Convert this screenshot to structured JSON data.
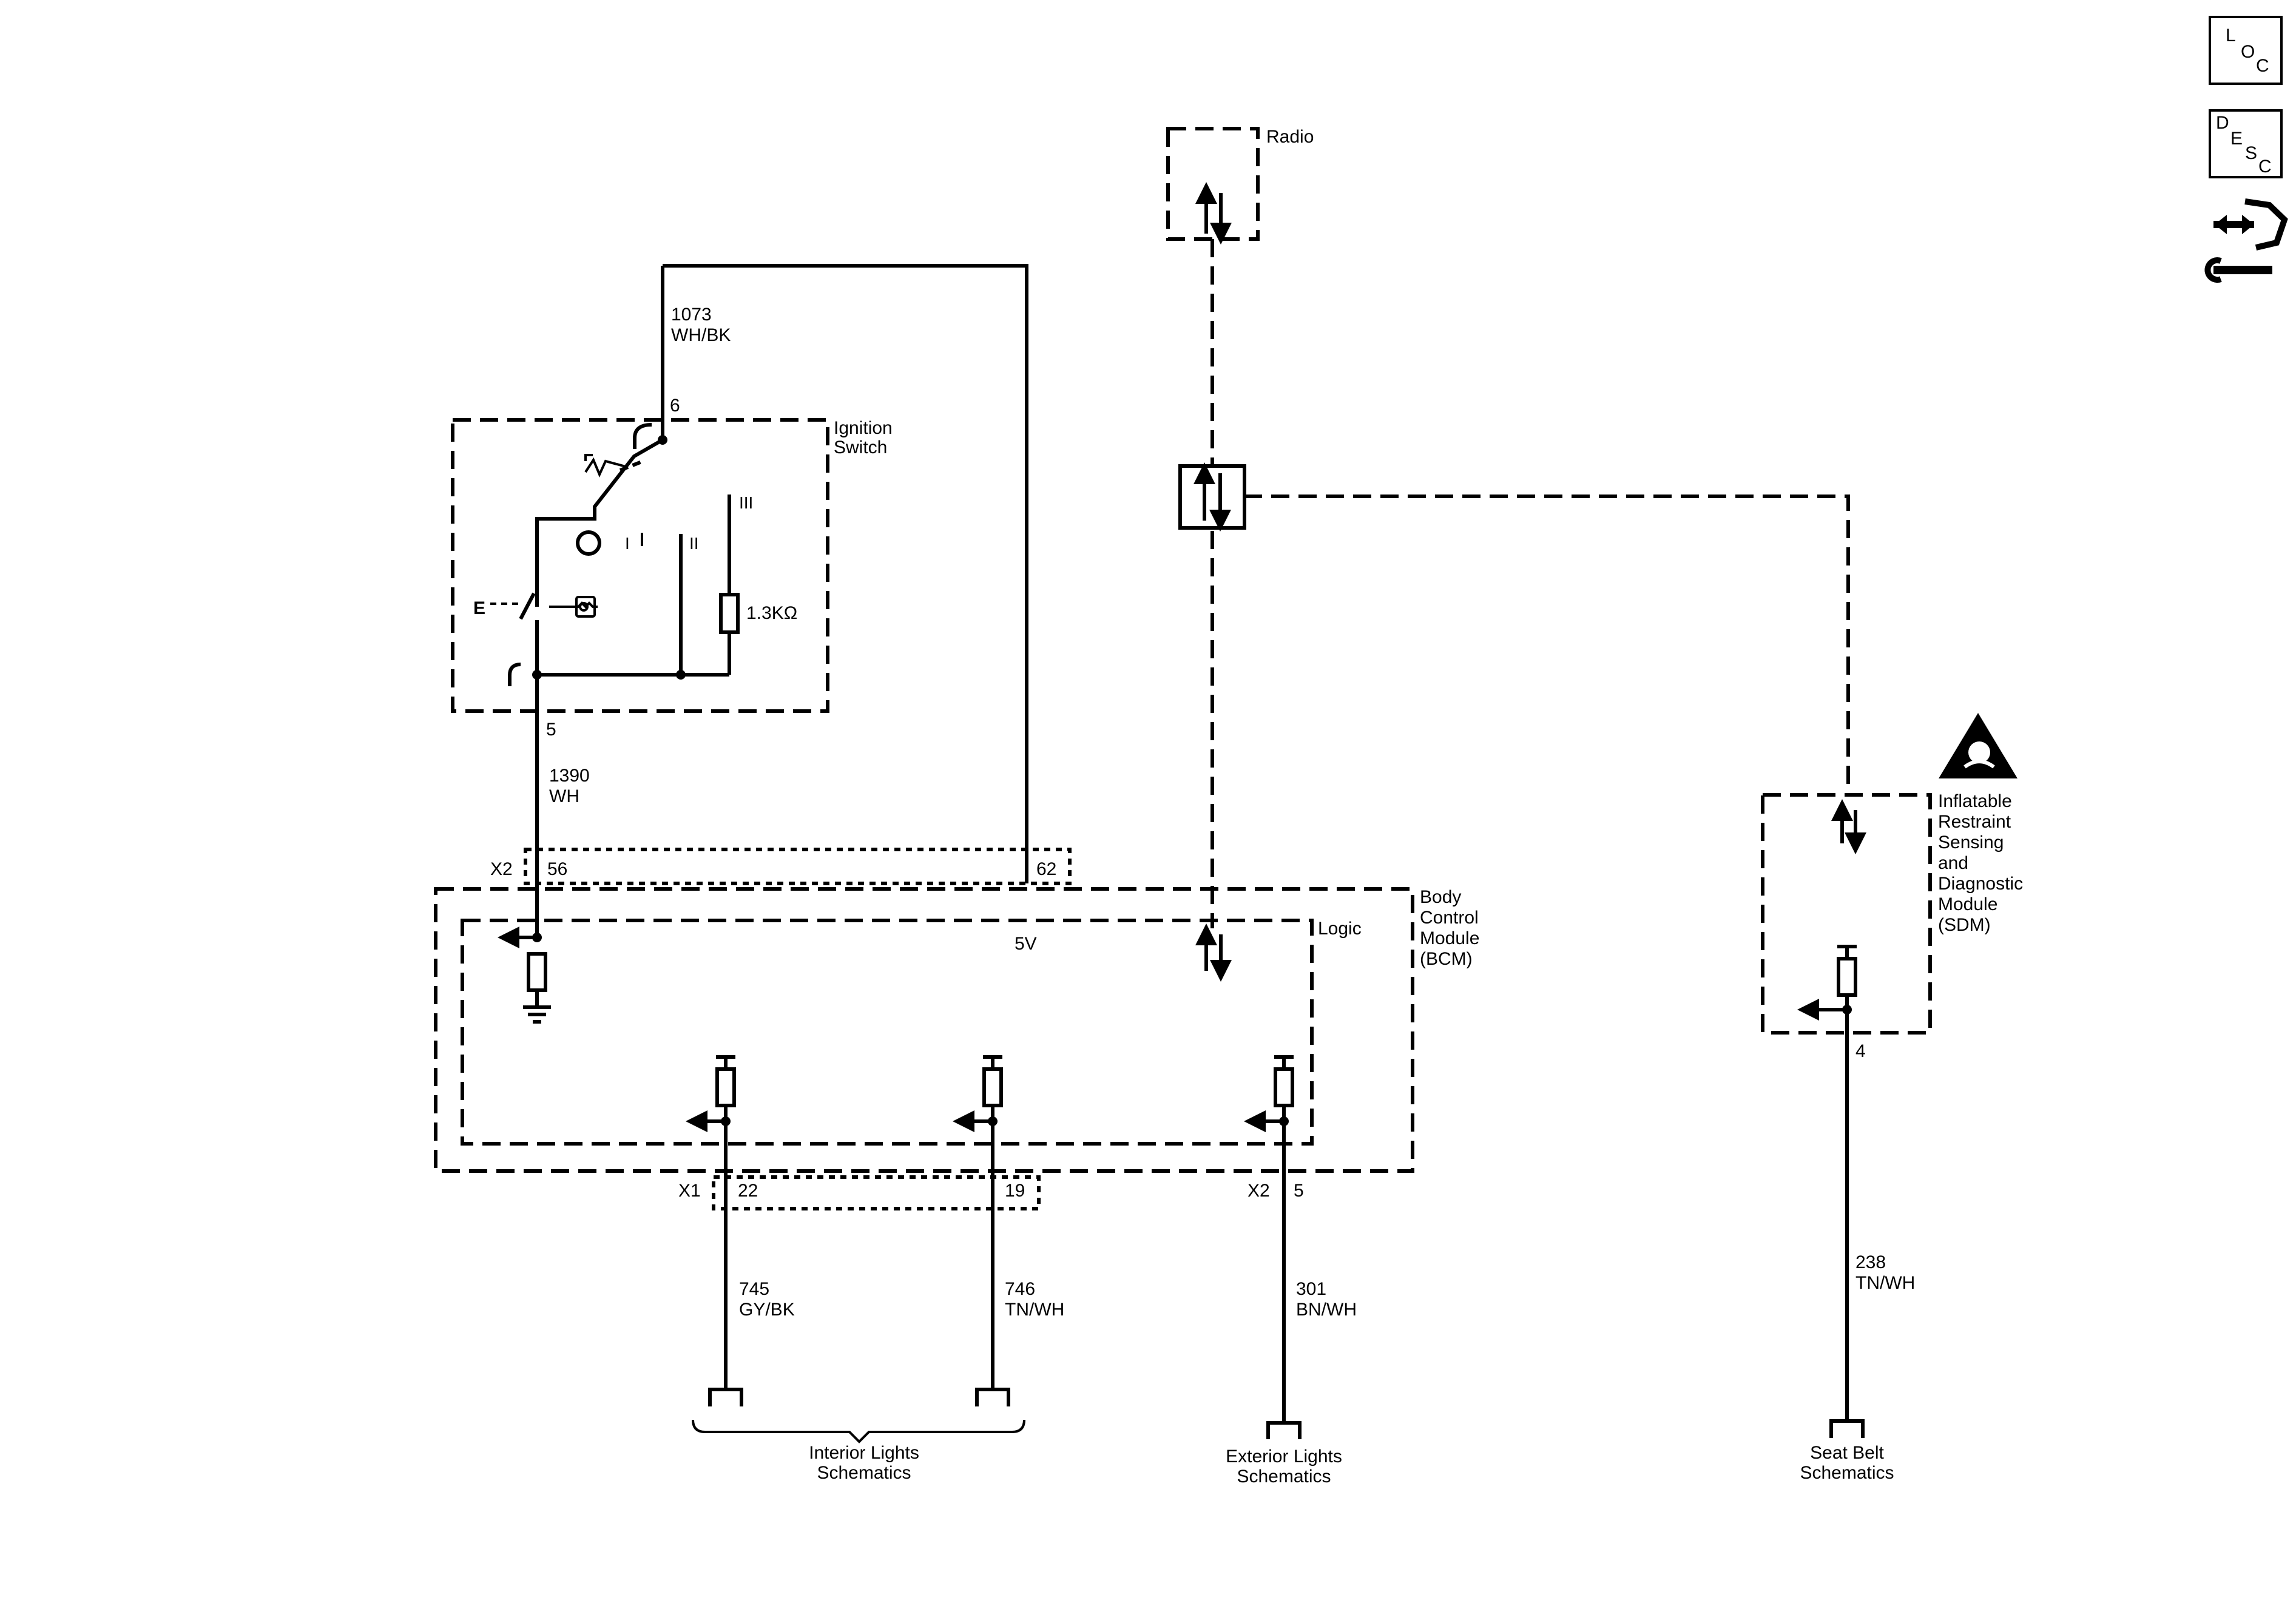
{
  "corner": {
    "loc": [
      "L",
      "O",
      "C"
    ],
    "desc": [
      "D",
      "E",
      "S",
      "C"
    ]
  },
  "radio": {
    "label": "Radio"
  },
  "ignition": {
    "label": [
      "Ignition",
      "Switch"
    ],
    "pos_1": "I",
    "pos_2": "II",
    "pos_3": "III",
    "resistor": "1.3KΩ",
    "pin_top": "6",
    "pin_bottom": "5",
    "e_mark": "E"
  },
  "wires": {
    "w1073": {
      "circuit": "1073",
      "color": "WH/BK"
    },
    "w1390": {
      "circuit": "1390",
      "color": "WH"
    },
    "w745": {
      "circuit": "745",
      "color": "GY/BK"
    },
    "w746": {
      "circuit": "746",
      "color": "TN/WH"
    },
    "w301": {
      "circuit": "301",
      "color": "BN/WH"
    },
    "w238": {
      "circuit": "238",
      "color": "TN/WH"
    }
  },
  "bcm": {
    "label": [
      "Body",
      "Control",
      "Module",
      "(BCM)"
    ],
    "logic": "Logic",
    "v5": "5V",
    "x2_top": {
      "connector": "X2",
      "pin_a": "56",
      "pin_b": "62"
    },
    "x1": {
      "connector": "X1",
      "pin_a": "22",
      "pin_b": "19"
    },
    "x2_bottom": {
      "connector": "X2",
      "pin": "5"
    }
  },
  "sdm": {
    "label": [
      "Inflatable",
      "Restraint",
      "Sensing",
      "and",
      "Diagnostic",
      "Module",
      "(SDM)"
    ],
    "pin": "4"
  },
  "destinations": {
    "interior": [
      "Interior Lights",
      "Schematics"
    ],
    "exterior": [
      "Exterior Lights",
      "Schematics"
    ],
    "seatbelt": [
      "Seat Belt",
      "Schematics"
    ]
  }
}
